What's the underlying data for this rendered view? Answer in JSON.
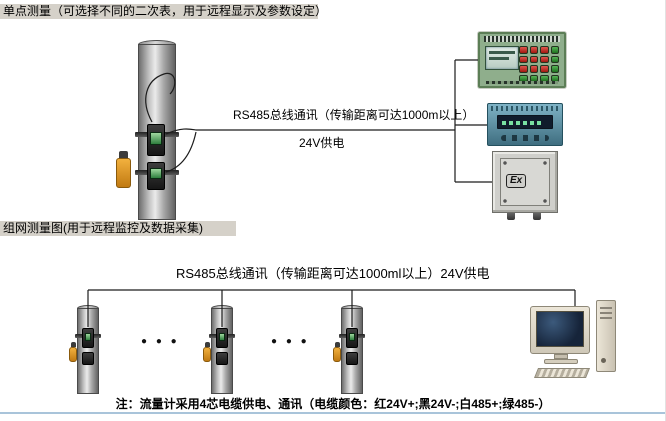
{
  "colors": {
    "header_bg": "#d5d1c9",
    "wire_line": "#1c1c1c",
    "flowmeter_green": "#8fae8c",
    "panel_meter_teal": "#4e7f96",
    "ex_box_gray": "#cfcfcb",
    "pipe_gray": "#9a9a9a",
    "transducer_orange": "#e0961f",
    "bottom_rule_blue": "#a9c4da"
  },
  "single_point": {
    "header": "单点测量（可选择不同的二次表，用于远程显示及参数设定）",
    "bus_label": "RS485总线通讯（传输距离可达1000m以上）",
    "power_label": "24V供电"
  },
  "network": {
    "header": "组网测量图(用于远程监控及数据采集)",
    "bus_label": "RS485总线通讯（传输距离可达1000ml以上）24V供电",
    "ellipsis": "● ● ●",
    "note": "注：流量计采用4芯电缆供电、通讯（电缆颜色：红24V+;黑24V-;白485+;绿485-）"
  },
  "devices": {
    "ex_label": "Ex"
  }
}
